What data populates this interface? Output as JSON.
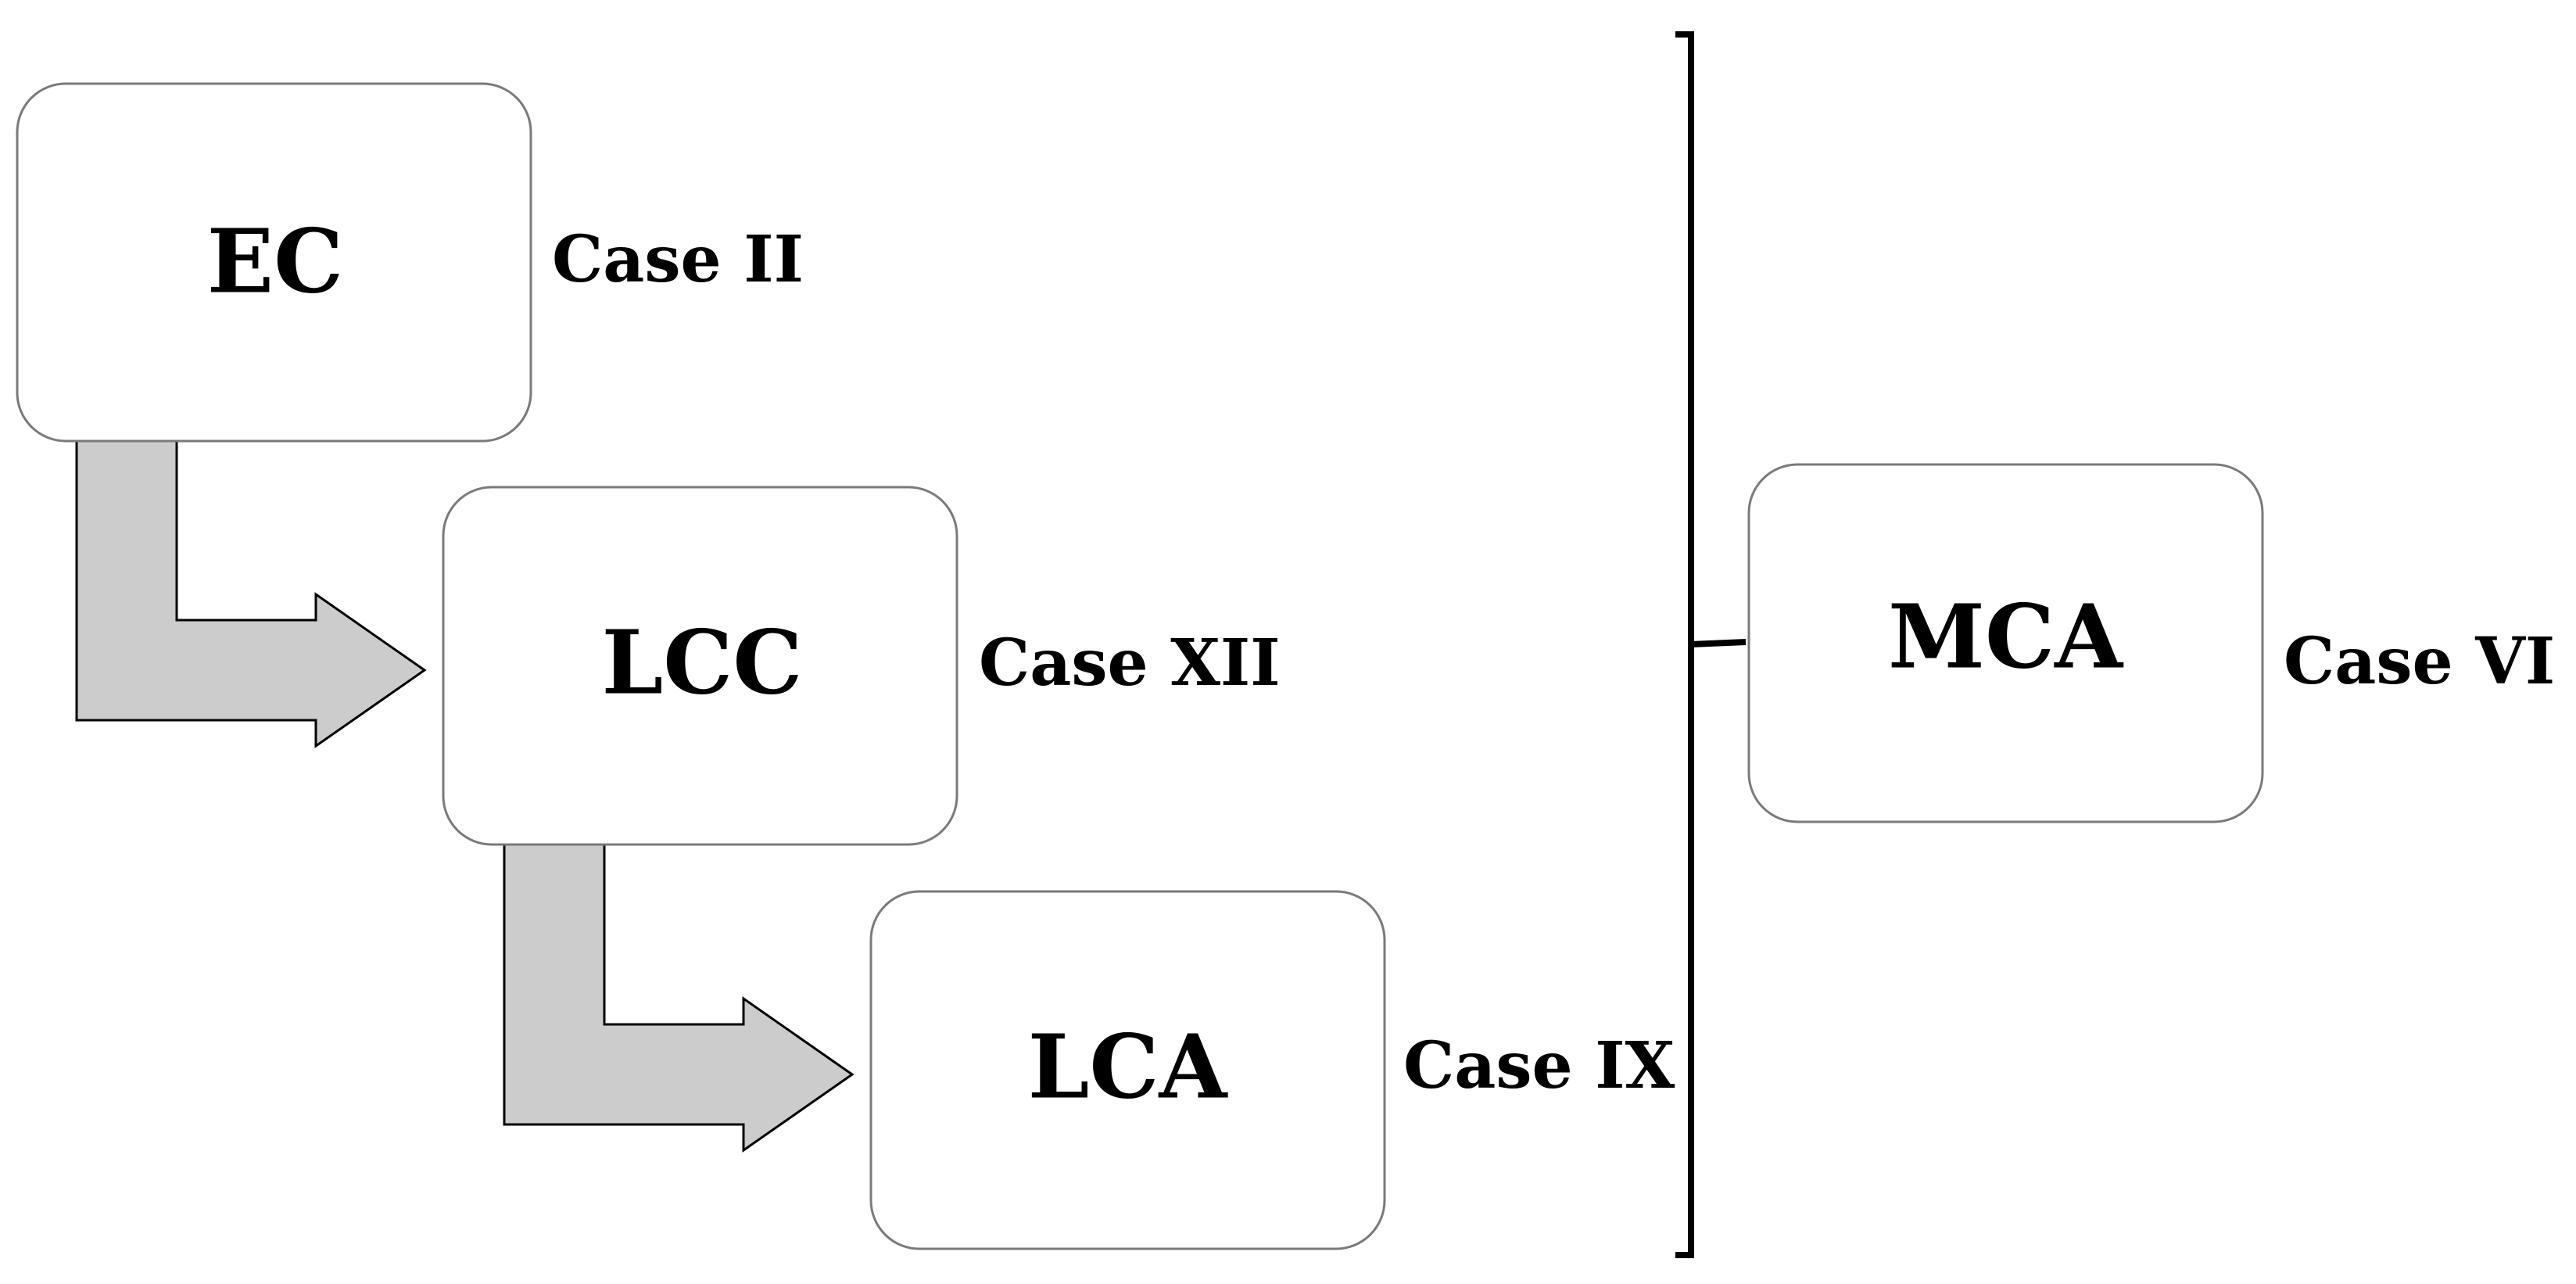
{
  "nodes": {
    "ec": {
      "label": "EC",
      "case": "Case II"
    },
    "lcc": {
      "label": "LCC",
      "case": "Case XII"
    },
    "lca": {
      "label": "LCA",
      "case": "Case IX"
    },
    "mca": {
      "label": "MCA",
      "case": "Case VI"
    }
  },
  "colors": {
    "box_fill": "#ffffff",
    "box_stroke": "#7a7a7a",
    "arrow_fill": "#cccccc",
    "arrow_stroke": "#000000",
    "text": "#000000"
  }
}
